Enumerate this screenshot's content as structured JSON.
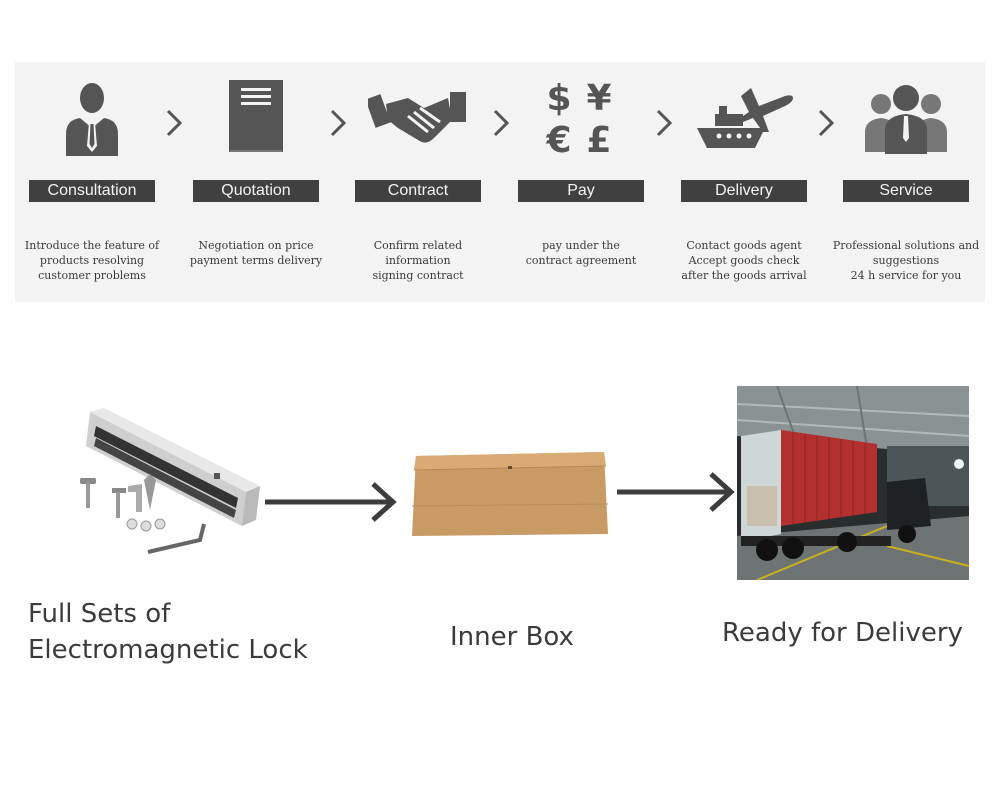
{
  "process": {
    "steps": [
      {
        "id": "consultation",
        "label": "Consultation",
        "icon": "person-icon",
        "desc": [
          "Introduce the feature of",
          "products resolving",
          "customer problems"
        ]
      },
      {
        "id": "quotation",
        "label": "Quotation",
        "icon": "document-icon",
        "desc": [
          "Negotiation on price",
          "payment terms delivery"
        ]
      },
      {
        "id": "contract",
        "label": "Contract",
        "icon": "handshake-icon",
        "desc": [
          "Confirm related",
          "information",
          "signing contract"
        ]
      },
      {
        "id": "pay",
        "label": "Pay",
        "icon": "currency-icon",
        "desc": [
          "pay under the",
          "contract agreement"
        ]
      },
      {
        "id": "delivery",
        "label": "Delivery",
        "icon": "ship-plane-icon",
        "desc": [
          "Contact goods agent",
          "Accept goods check",
          "after the goods arrival"
        ]
      },
      {
        "id": "service",
        "label": "Service",
        "icon": "team-icon",
        "desc": [
          "Professional solutions and",
          "suggestions",
          "24 h service for you"
        ]
      }
    ],
    "currency_symbols": [
      "$",
      "¥",
      "€",
      "£"
    ],
    "chevron": "›"
  },
  "packaging": {
    "items": [
      {
        "id": "lock",
        "caption": [
          "Full Sets of",
          "Electromagnetic Lock"
        ],
        "image": "electromagnetic-lock-photo"
      },
      {
        "id": "box",
        "caption": [
          "Inner Box"
        ],
        "image": "cardboard-box-photo"
      },
      {
        "id": "truck",
        "caption": [
          "Ready for Delivery"
        ],
        "image": "truck-container-photo"
      }
    ]
  },
  "colors": {
    "band": "#f3f3f3",
    "label_bg": "#404040",
    "icon": "#555555",
    "arrow": "#3d3d3d",
    "caption": "#3b3b3b"
  }
}
